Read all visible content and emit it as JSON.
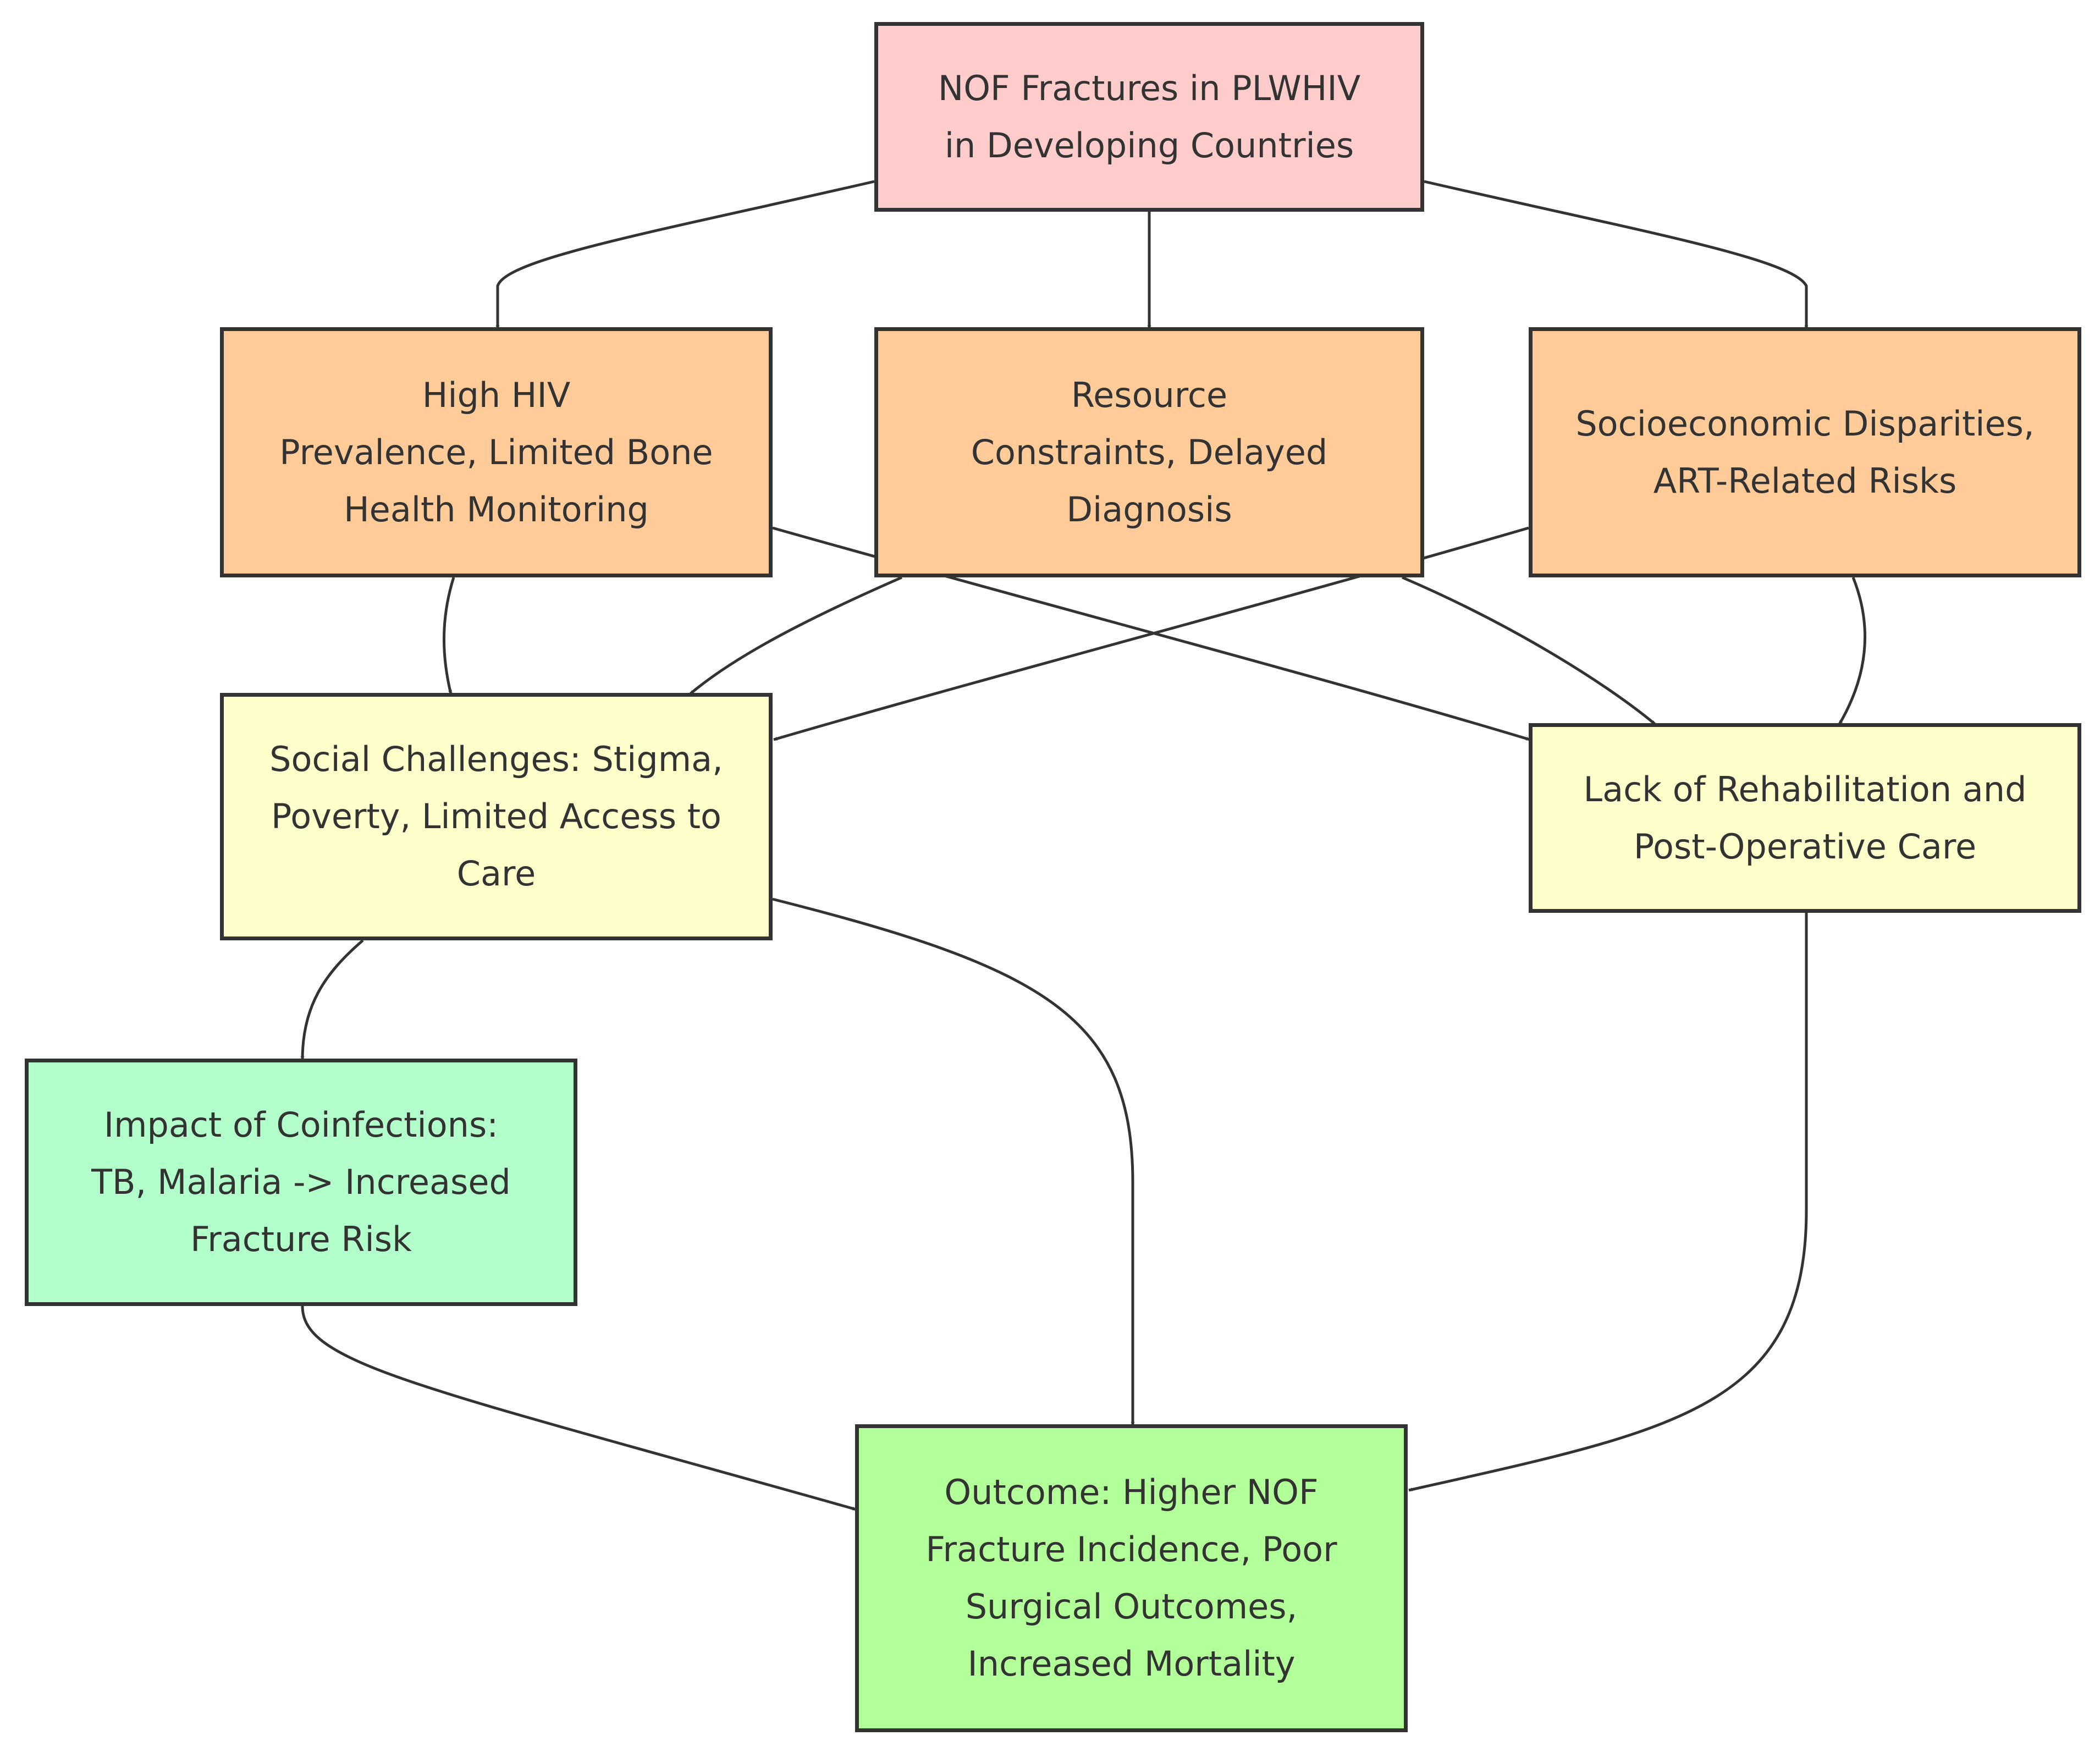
{
  "colors": {
    "root": "#ffcccc",
    "level1": "#ffcc99",
    "level2": "#ffffcc",
    "coinfection": "#b3ffcc",
    "outcome": "#b3ff99",
    "line": "#333333"
  },
  "nodes": {
    "root": {
      "label": "NOF Fractures in PLWHIV\nin Developing Countries"
    },
    "high_hiv": {
      "label": "High HIV\nPrevalence, Limited Bone\nHealth Monitoring"
    },
    "resource": {
      "label": "Resource\nConstraints, Delayed\nDiagnosis"
    },
    "socioeconomic": {
      "label": "Socioeconomic Disparities,\nART-Related Risks"
    },
    "social": {
      "label": "Social Challenges: Stigma,\nPoverty, Limited Access to\nCare"
    },
    "rehab": {
      "label": "Lack of Rehabilitation and\nPost-Operative Care"
    },
    "coinfection": {
      "label": "Impact of Coinfections:\nTB, Malaria -> Increased\nFracture Risk"
    },
    "outcome": {
      "label": "Outcome: Higher NOF\nFracture Incidence, Poor\nSurgical Outcomes,\nIncreased Mortality"
    }
  },
  "edges": [
    {
      "from": "root",
      "to": "high_hiv"
    },
    {
      "from": "root",
      "to": "resource"
    },
    {
      "from": "root",
      "to": "socioeconomic"
    },
    {
      "from": "high_hiv",
      "to": "social"
    },
    {
      "from": "high_hiv",
      "to": "rehab"
    },
    {
      "from": "resource",
      "to": "social"
    },
    {
      "from": "resource",
      "to": "rehab"
    },
    {
      "from": "socioeconomic",
      "to": "social"
    },
    {
      "from": "socioeconomic",
      "to": "rehab"
    },
    {
      "from": "social",
      "to": "coinfection"
    },
    {
      "from": "social",
      "to": "outcome"
    },
    {
      "from": "rehab",
      "to": "outcome"
    },
    {
      "from": "coinfection",
      "to": "outcome"
    }
  ]
}
